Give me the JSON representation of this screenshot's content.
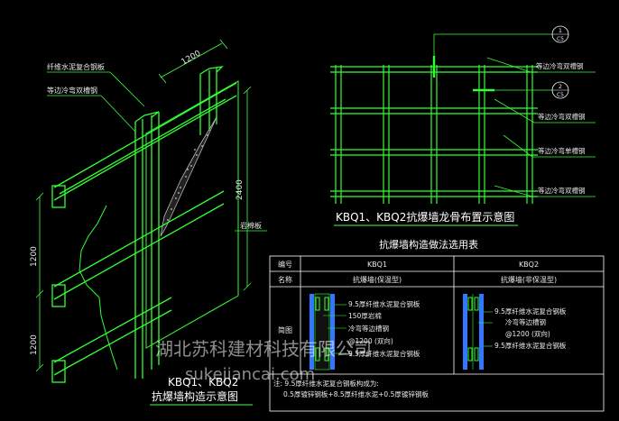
{
  "colors": {
    "background": "#000000",
    "profile": "#33ff33",
    "dimension": "#44ff44",
    "leader": "#33ff33",
    "text": "#e8e8e8",
    "title": "#ffffff",
    "hatch": "#cccccc"
  },
  "left_drawing": {
    "dim_top": "1200",
    "dim_right": "2400",
    "dim_left_upper": "1200",
    "dim_left_lower": "1200",
    "labels": {
      "panel": "纤维水泥复合钢板",
      "double_channel": "等边冷弯双槽钢",
      "rock_wool": "岩棉板"
    },
    "title_line1": "KBQ1、KBQ2",
    "title_line2": "抗爆墙构造示意图"
  },
  "right_drawing": {
    "callout1_top": "1",
    "callout1_bottom": "C5",
    "callout2_top": "2",
    "callout2_bottom": "C5",
    "labels": {
      "l1": "等边冷弯双槽钢",
      "l2": "等边冷弯双槽钢",
      "l3": "等边冷弯单槽钢",
      "l4": "等边冷弯双槽钢"
    },
    "title": "KBQ1、KBQ2抗爆墙龙骨布置示意图"
  },
  "table": {
    "title": "抗爆墙构造做法选用表",
    "header": {
      "col0": "编号",
      "col1": "KBQ1",
      "col2": "KBQ2"
    },
    "name_row": {
      "col0": "名称",
      "col1": "抗爆墙(保温型)",
      "col2": "抗爆墙(非保温型)"
    },
    "diagram_row_label": "简图",
    "kbq1_layers": [
      "9.5厚纤维水泥复合钢板",
      "150厚岩棉",
      "冷弯等边槽钢",
      "@1200 (双向)",
      "9.5厚纤维水泥复合钢板"
    ],
    "kbq2_layers": [
      "9.5厚纤维水泥复合钢板",
      "冷弯等边槽钢",
      "@1200 (双向)",
      "9.5厚纤维水泥复合钢板"
    ],
    "note_line1": "注: 9.5厚纤维水泥复合钢板构成为:",
    "note_line2": "0.5厚镀锌钢板+8.5厚纤维水泥+0.5厚镀锌钢板"
  },
  "watermark": {
    "company": "湖北苏科建材科技有限公司",
    "url": "sukejiancai.com"
  }
}
